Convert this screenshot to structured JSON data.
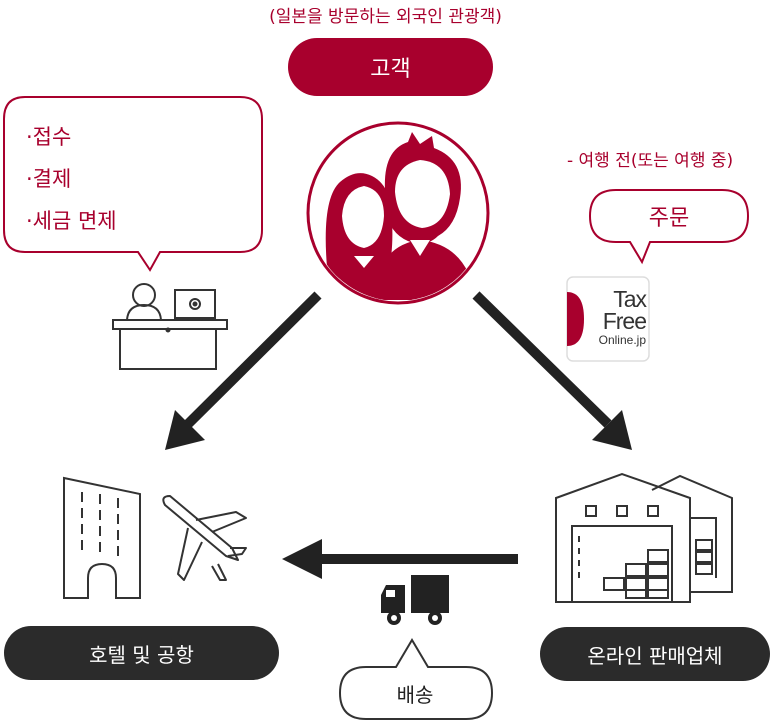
{
  "subtitle": "(일본을 방문하는 외국인 관광객)",
  "customer_label": "고객",
  "reception_items": [
    "·접수",
    "·결제",
    "·세금 면제"
  ],
  "order_note": "- 여행 전(또는 여행 중)",
  "order_label": "주문",
  "logo": {
    "line1": "Tax",
    "line2": "Free",
    "line3": "Online.jp"
  },
  "hotel_label": "호텔 및 공항",
  "online_label": "온라인 판매업체",
  "shipping_label": "배송",
  "colors": {
    "accent": "#a8002d",
    "dark": "#2b2b2b",
    "line": "#333333"
  }
}
